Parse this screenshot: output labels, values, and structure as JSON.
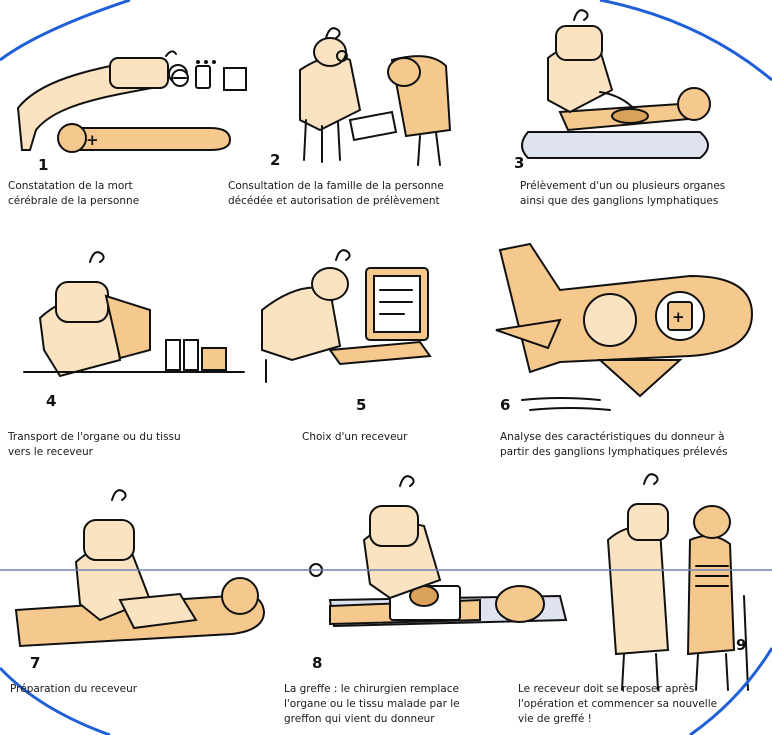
{
  "steps": [
    {
      "number": "1",
      "lines": [
        "Constatation de la mort",
        "cérébrale de la personne"
      ]
    },
    {
      "number": "2",
      "lines": [
        "Consultation de la famille de la personne",
        "décédée et autorisation de prélèvement"
      ]
    },
    {
      "number": "3",
      "lines": [
        "Prélèvement d'un ou plusieurs organes",
        "ainsi que des ganglions lymphatiques"
      ]
    },
    {
      "number": "4",
      "lines": [
        "Transport de l'organe ou du tissu",
        "vers le receveur"
      ]
    },
    {
      "number": "5",
      "lines": [
        "Choix d'un receveur"
      ]
    },
    {
      "number": "6",
      "lines": [
        "Analyse des caractéristiques du donneur à",
        "partir des ganglions lymphatiques prélevés"
      ]
    },
    {
      "number": "7",
      "lines": [
        "Préparation du receveur"
      ]
    },
    {
      "number": "8",
      "lines": [
        "La greffe : le chirurgien remplace",
        "l'organe ou le tissu malade par le",
        "greffon qui vient du donneur"
      ]
    },
    {
      "number": "9",
      "lines": [
        "Le receveur doit se reposer après",
        "l'opération et commencer sa nouvelle",
        "vie de greffé !"
      ]
    }
  ],
  "colors": {
    "skin": "#f5c98e",
    "skin_light": "#fbe3c2",
    "stroke": "#111111",
    "bed": "#dfe3ef",
    "outline_blue": "#1f5fd8"
  }
}
